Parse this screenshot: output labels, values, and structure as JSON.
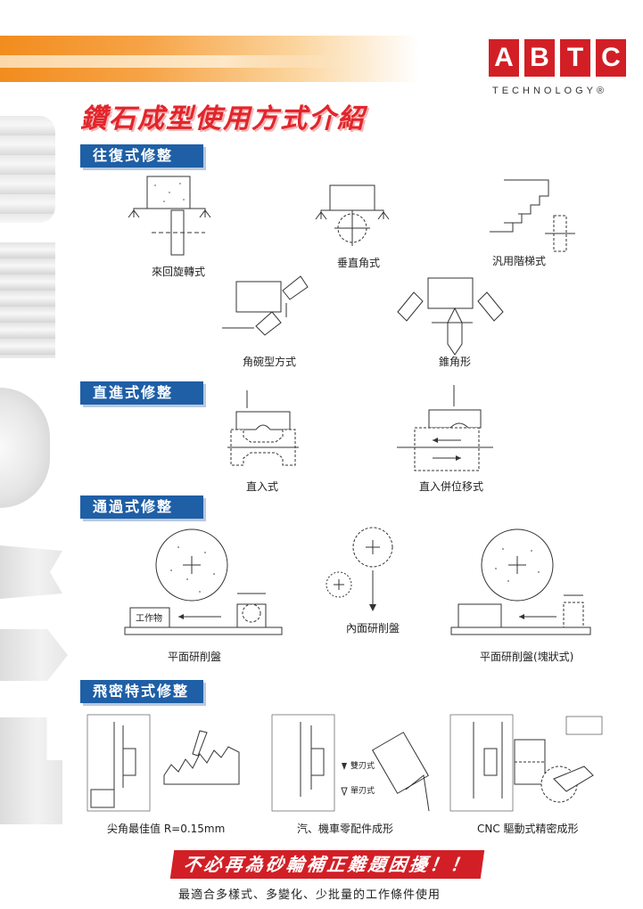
{
  "brand": {
    "letters": [
      "A",
      "B",
      "T",
      "C"
    ],
    "tagline": "TECHNOLOGY®"
  },
  "title": "鑽石成型使用方式介紹",
  "sections": [
    {
      "heading": "往復式修整",
      "captions": [
        "來回旋轉式",
        "垂直角式",
        "汎用階梯式",
        "角碗型方式",
        "錐角形"
      ]
    },
    {
      "heading": "直進式修整",
      "captions": [
        "直入式",
        "直入併位移式"
      ]
    },
    {
      "heading": "通過式修整",
      "captions": [
        "平面研削盤",
        "內面研削盤",
        "平面研削盤(塊狀式)"
      ],
      "labels": [
        "工作物"
      ]
    },
    {
      "heading": "飛密特式修整",
      "captions": [
        "尖角最佳值 R=0.15mm",
        "汽、機車零配件成形",
        "CNC 驅動式精密成形"
      ],
      "labels": [
        "雙刃式",
        "單刃式"
      ]
    }
  ],
  "slogan": "不必再為砂輪補正難題困擾！！",
  "subline": "最適合多樣式、多變化、少批量的工作條件使用",
  "colors": {
    "accent_red": "#d21f26",
    "section_blue": "#1f5fa6",
    "orange": "#f28c1e"
  }
}
